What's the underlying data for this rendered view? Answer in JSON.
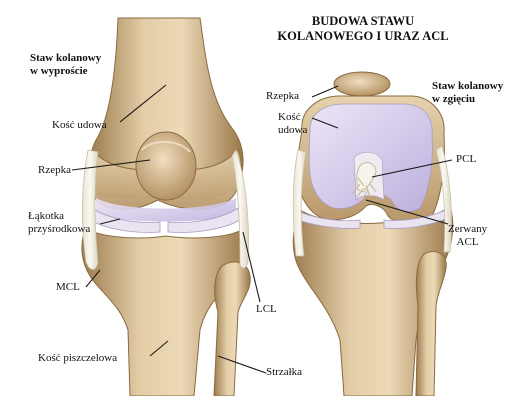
{
  "title": {
    "line1": "BUDOWA STAWU",
    "line2": "KOLANOWEGO I URAZ ACL"
  },
  "left_view": {
    "heading_line1": "Staw kolanowy",
    "heading_line2": "w wyproście",
    "labels": {
      "femur": "Kość udowa",
      "patella": "Rzepka",
      "meniscus_line1": "Łąkotka",
      "meniscus_line2": "przyśrodkowa",
      "mcl": "MCL",
      "lcl": "LCL",
      "tibia": "Kość piszczelowa",
      "fibula": "Strzałka"
    }
  },
  "right_view": {
    "heading_line1": "Staw kolanowy",
    "heading_line2": "w zgięciu",
    "labels": {
      "patella": "Rzepka",
      "femur_line1": "Kość",
      "femur_line2": "udowa",
      "pcl": "PCL",
      "acl_line1": "Zerwany",
      "acl_line2": "ACL"
    }
  },
  "colors": {
    "bone": "#d9c09a",
    "bone_shadow": "#a8865a",
    "cartilage": "#cfc4e8",
    "ligament": "#f1ede2"
  }
}
